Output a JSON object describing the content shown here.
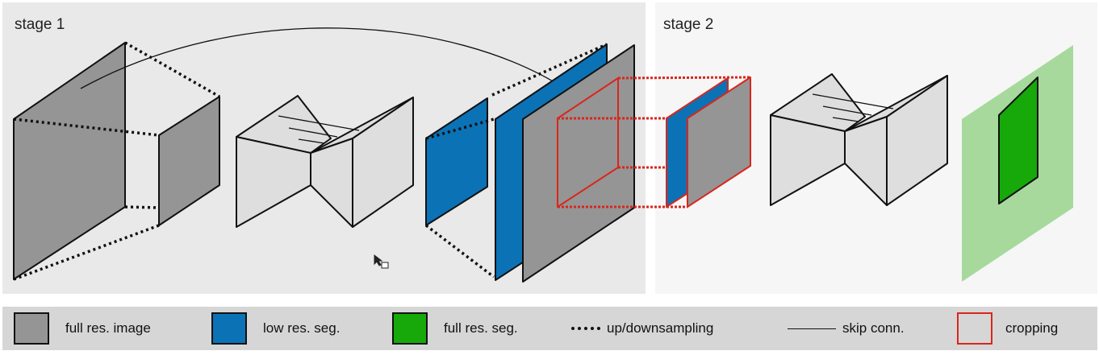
{
  "stages": {
    "stage1": "stage 1",
    "stage2": "stage 2"
  },
  "colors": {
    "full_res_image": "#959595",
    "low_res_seg": "#0b72b6",
    "full_res_seg": "#17a80a",
    "full_res_seg_light": "#a7d99d",
    "crop": "#d9261c"
  },
  "legend": [
    {
      "label": "full res. image"
    },
    {
      "label": "low res. seg."
    },
    {
      "label": "full res. seg."
    },
    {
      "label": "up/downsampling"
    },
    {
      "label": "skip conn."
    },
    {
      "label": "cropping"
    }
  ]
}
